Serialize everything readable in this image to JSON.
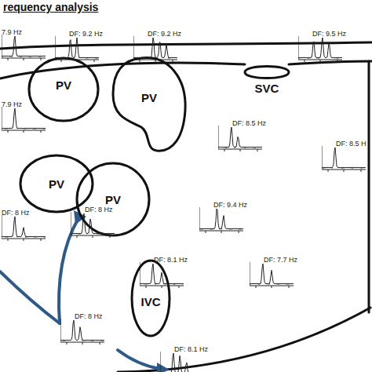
{
  "diagram": {
    "title": "requency analysis",
    "nodes": [
      {
        "text": [
          "PV"
        ]
      },
      {
        "text": [
          "PV"
        ]
      },
      {
        "text": [
          "SVC"
        ]
      },
      {
        "text": [
          "PV"
        ]
      },
      {
        "text": [
          "PV"
        ]
      },
      {
        "text": [
          "IVC"
        ]
      }
    ],
    "labels": [
      "7.9 Hz",
      "DF: 9.2 Hz",
      "DF: 9.2 Hz",
      "DF: 9.5 Hz",
      "7.9 Hz",
      "DF: 8.5 Hz",
      "DF: 8.5 H",
      "DF: 8 Hz",
      "DF: 8 Hz",
      "DF: 9.4 Hz",
      "DF: 8.1 Hz",
      "DF: 7.7 Hz",
      "DF: 8 Hz",
      "DF: 8.1 Hz"
    ]
  }
}
